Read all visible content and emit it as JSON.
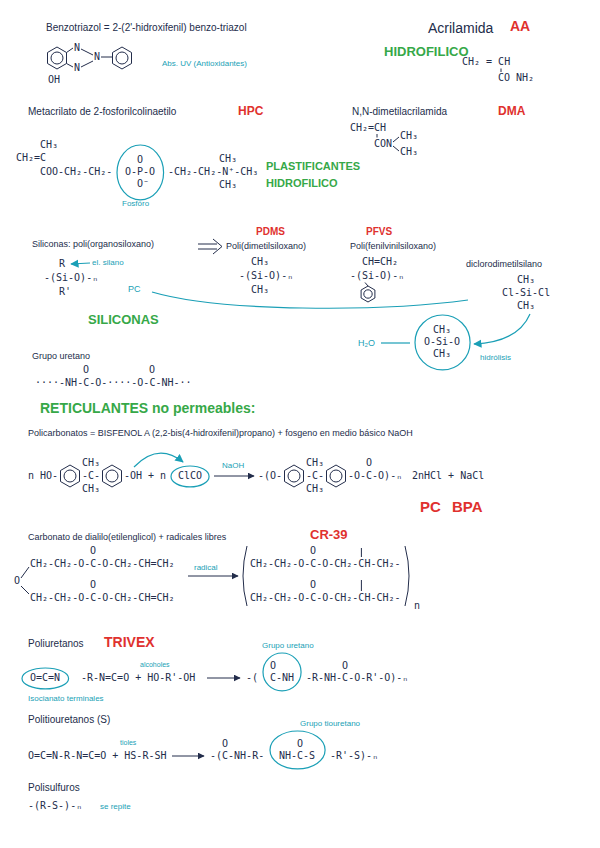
{
  "diagram": {
    "nodes": [
      {
        "text": [
          "O",
          "O-P-O",
          "O⁻"
        ]
      },
      {
        "text": [
          "CH₃",
          "O-Si-O",
          "CH₃"
        ]
      },
      {
        "text": [
          "ClCO"
        ]
      },
      {
        "text": [
          "O=C=N"
        ]
      },
      {
        "text": [
          "O",
          "C-NH"
        ]
      },
      {
        "text": [
          "O",
          "NH-C-S"
        ]
      }
    ],
    "labels": [
      "Benzotriazol = 2-(2'-hidroxifenil) benzo-triazol",
      "N",
      "N",
      "N",
      "OH",
      "Abs. UV (Antioxidantes)",
      "Acrilamida",
      "AA",
      "HIDROFILICO",
      "CH₂ = CH",
      "CO NH₂",
      "Metacrilato de 2-fosforilcolinaetilo",
      "HPC",
      "CH₃",
      "CH₂=C",
      "COO-CH₂-CH₂-",
      "-CH₂-CH₂-N⁺-CH₃",
      "CH₃",
      "CH₃",
      "Fosfóro",
      "PLASTIFICANTES",
      "HIDROFILICO",
      "N,N-dimetilacrilamida",
      "DMA",
      "CH₂=CH",
      "CON",
      "CH₃",
      "CH₃",
      "Siliconas: poli(organosiloxano)",
      "PDMS",
      "Poli(dimetilsiloxano)",
      "PFVS",
      "Poli(fenilvinilsiloxano)",
      "R",
      "-(Si-O)-ₙ",
      "R'",
      "el. silano",
      "SILICONAS",
      "CH₃",
      "-(Si-O)-ₙ",
      "CH₃",
      "CH=CH₂",
      "-(Si-O)-ₙ",
      "diclorodimetilsilano",
      "CH₃",
      "Cl-Si-Cl",
      "CH₃",
      "PC",
      "H₂O",
      "hidrólisis",
      "Grupo uretano",
      "O",
      "O",
      "····-NH-C-O-····-O-C-NH-··",
      "RETICULANTES no permeables:",
      "Policarbonatos = BISFENOL A (2,2-bis(4-hidroxifenil)propano) + fosgeno en medio básico NaOH",
      "n HO-",
      "-C-",
      "CH₃",
      "CH₃",
      "-OH + n",
      "NaOH",
      "-(O-",
      "-C-",
      "CH₃",
      "CH₃",
      "-O-C-O)-ₙ",
      "O",
      "2nHCl + NaCl",
      "PC",
      "BPA",
      "Carbonato de dialilo(etilenglicol) + radicales libres",
      "CR-39",
      "O",
      "O",
      "CH₂-CH₂-O-C-O-CH₂-CH=CH₂",
      "O",
      "CH₂-CH₂-O-C-O-CH₂-CH=CH₂",
      "radical",
      "O",
      "CH₂-CH₂-O-C-O-CH₂-CH-CH₂-",
      "O",
      "CH₂-CH₂-O-C-O-CH₂-CH-CH₂-",
      "n",
      "Poliuretanos",
      "TRIVEX",
      "-R-N=C=O + HO-R'-OH",
      "alcoholes",
      "Isocianato terminales",
      "-(",
      "Grupo uretano",
      "-R-NH-C-O-R'-O)-ₙ",
      "O",
      "Politiouretanos (S)",
      "Grupo tiouretano",
      "O=C=N-R-N=C=O + HS-R-SH",
      "tioles",
      "-(C-NH-R-",
      "O",
      "-R'-S)-ₙ",
      "Polisulfuros",
      "-(R-S-)-ₙ",
      "se repite"
    ]
  }
}
